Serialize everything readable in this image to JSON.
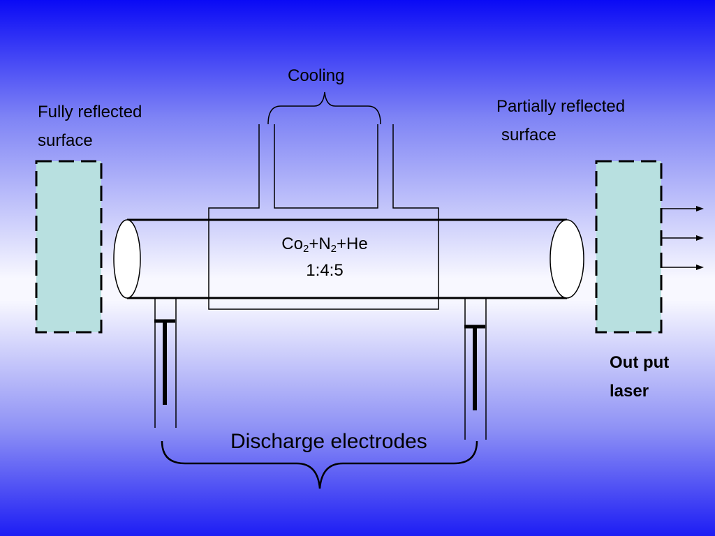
{
  "labels": {
    "cooling": "Cooling",
    "fully_reflected_line1": "Fully reflected",
    "fully_reflected_line2": "surface",
    "partially_reflected_line1": "Partially reflected",
    "partially_reflected_line2": "surface",
    "output_line1": "Out put",
    "output_line2": "laser",
    "discharge": "Discharge electrodes",
    "gas_mix": {
      "co": "Co",
      "co_sub": "2",
      "plus_n": "+N",
      "n_sub": "2",
      "plus_he": "+He"
    },
    "ratio": "1:4:5"
  },
  "colors": {
    "mirror_fill": "#b8e0e0",
    "line": "#000000"
  }
}
